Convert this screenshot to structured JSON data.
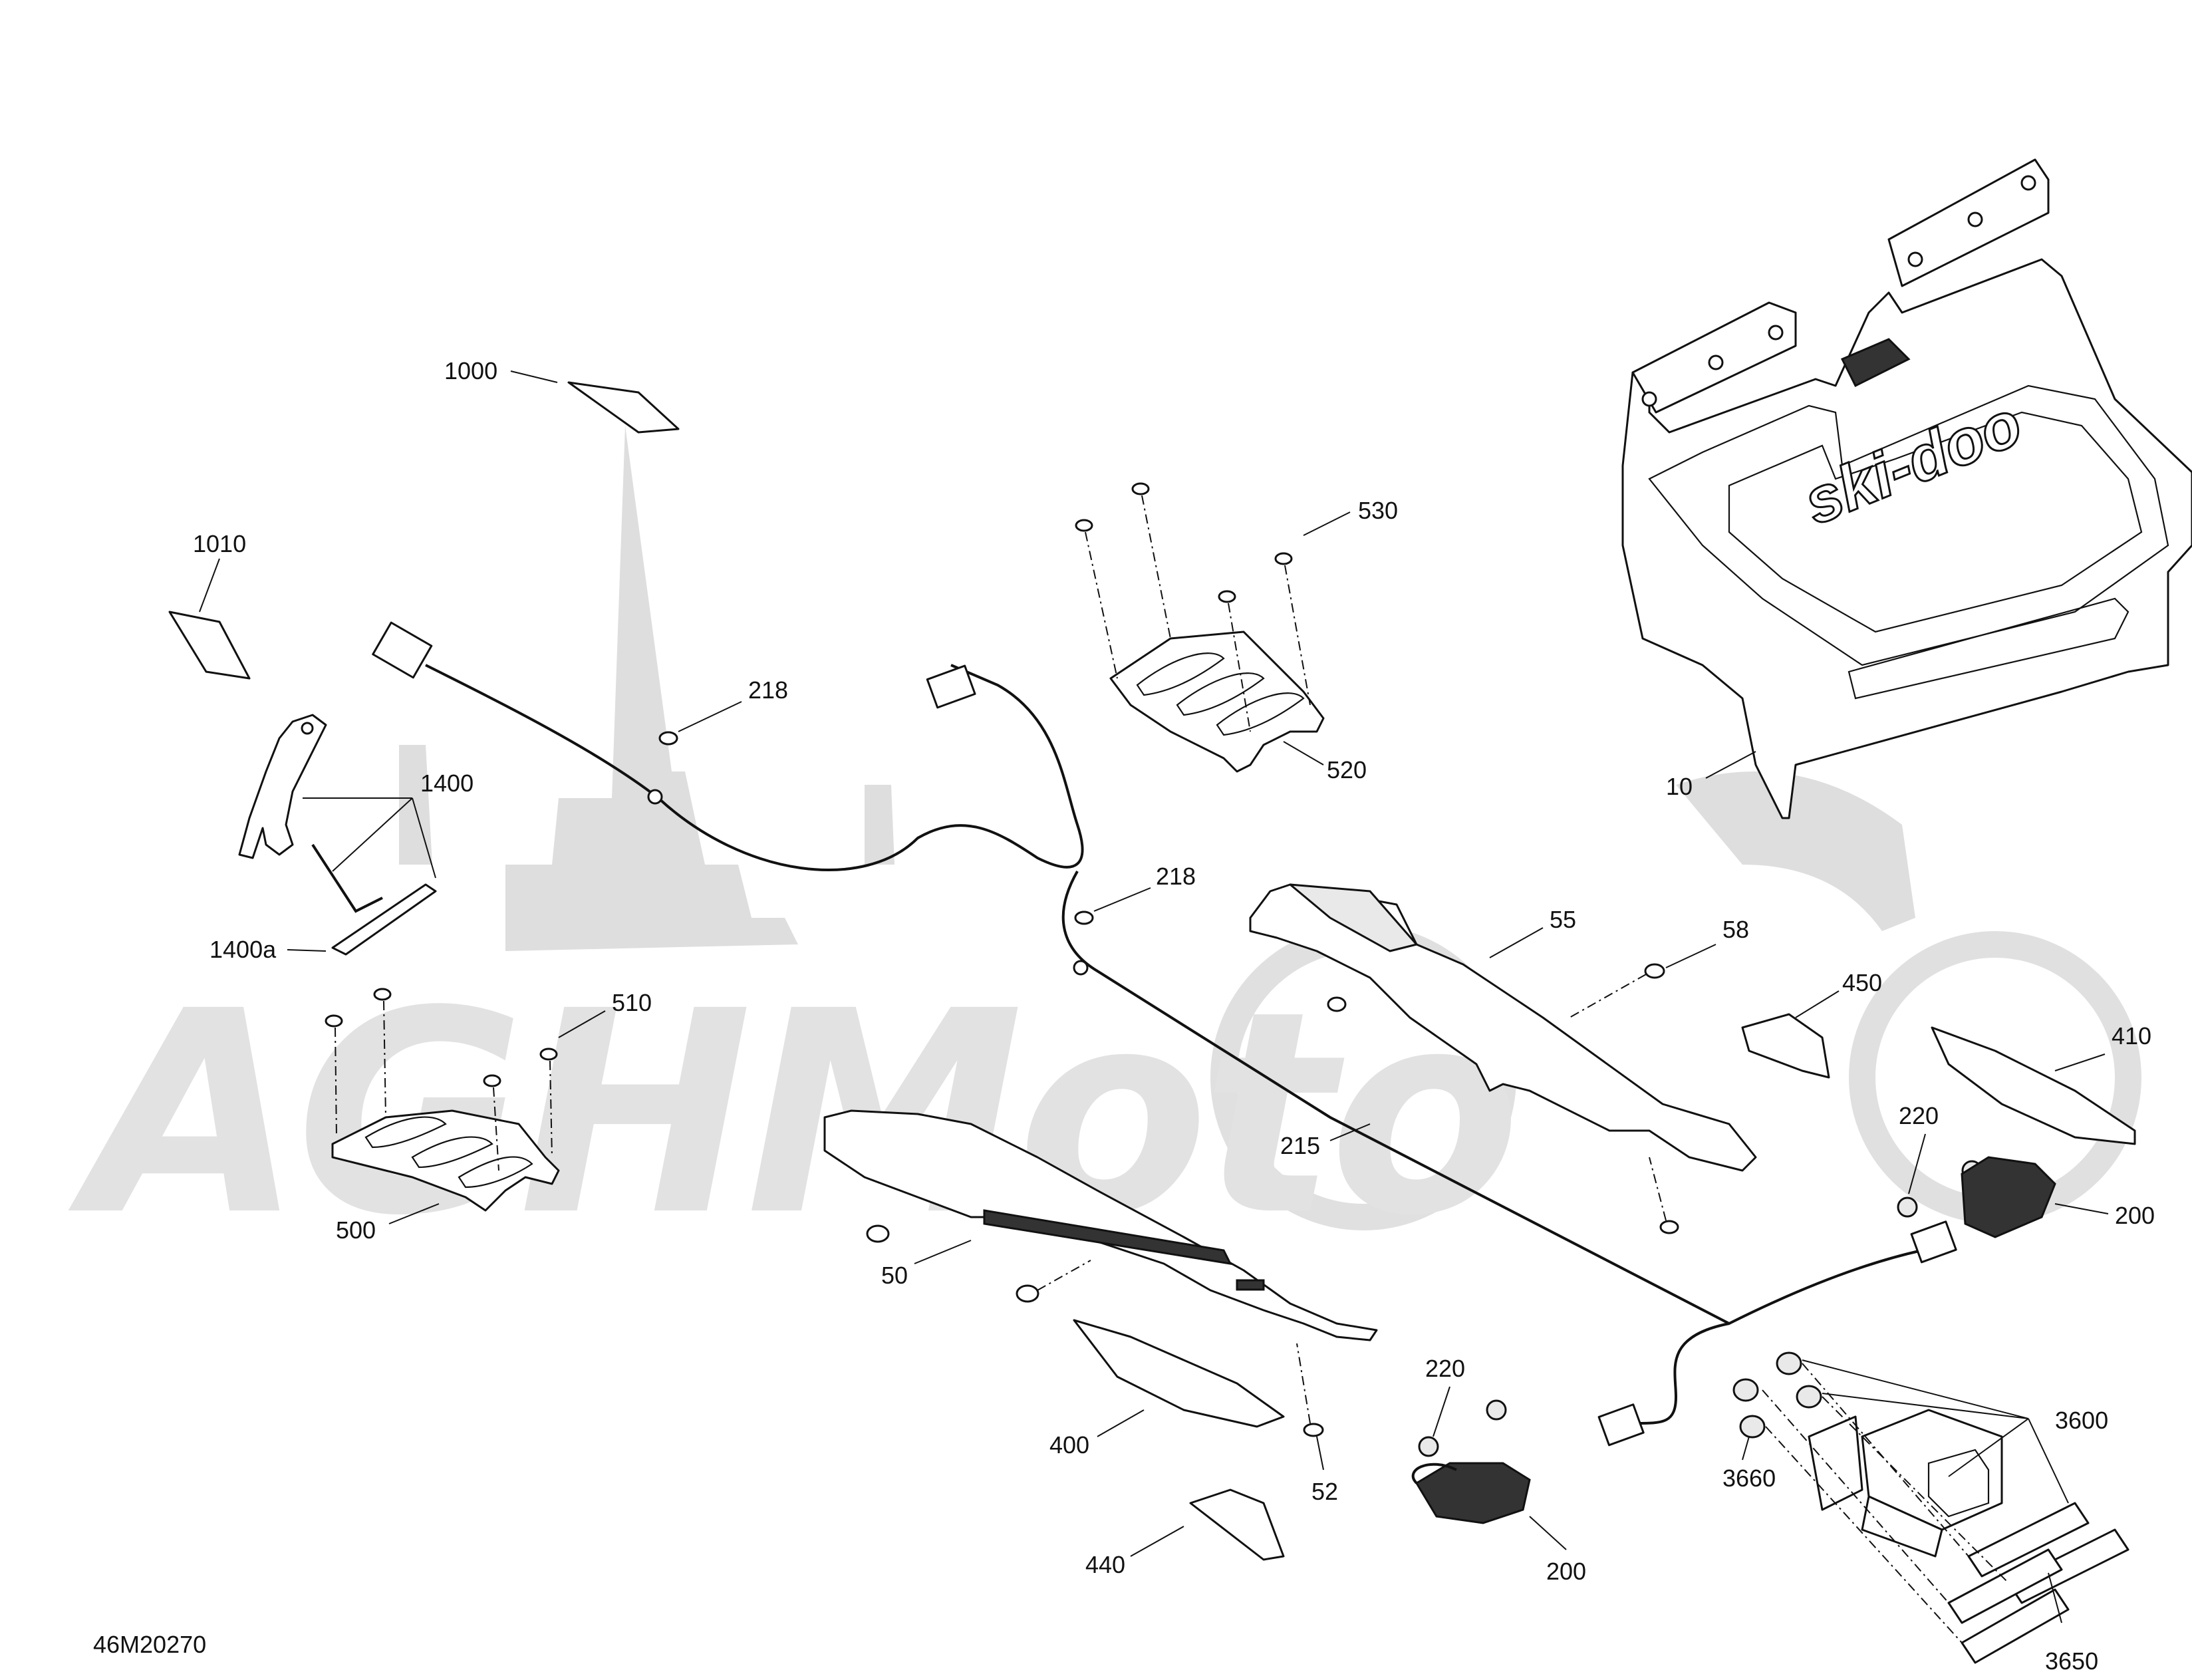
{
  "diagram_code": "46M20270",
  "watermark_text": "AGHMoto",
  "brand_logo_text": "ski-doo",
  "part_labels": {
    "p10": "10",
    "p50": "50",
    "p52": "52",
    "p55": "55",
    "p58": "58",
    "p200a": "200",
    "p200b": "200",
    "p215": "215",
    "p218a": "218",
    "p218b": "218",
    "p220a": "220",
    "p220b": "220",
    "p400": "400",
    "p410": "410",
    "p440": "440",
    "p450": "450",
    "p500": "500",
    "p510": "510",
    "p520": "520",
    "p530": "530",
    "p1000": "1000",
    "p1010": "1010",
    "p1400": "1400",
    "p1400a": "1400a",
    "p3600": "3600",
    "p3650": "3650",
    "p3660": "3660"
  }
}
